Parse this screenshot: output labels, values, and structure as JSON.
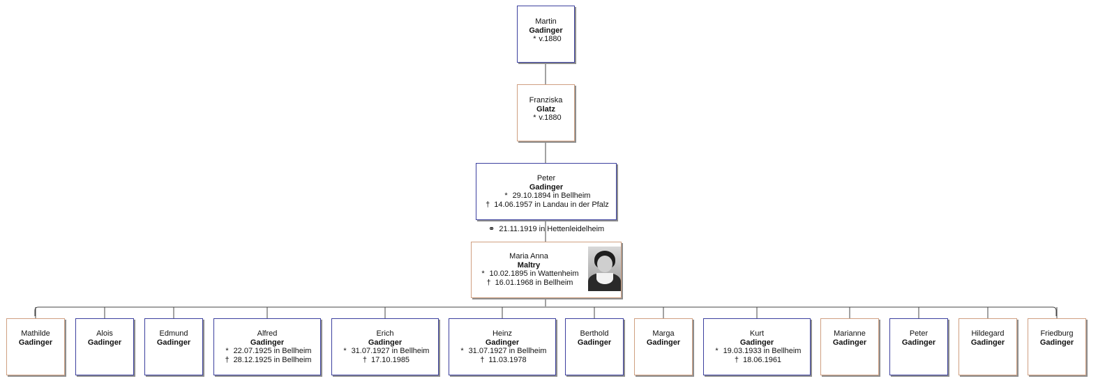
{
  "colors": {
    "male_border": "#3b3f9e",
    "female_border": "#cf9f80",
    "line": "#444444"
  },
  "ancestors": {
    "martin": {
      "given": "Martin",
      "surname": "Gadinger",
      "birth": "v.1880"
    },
    "franziska": {
      "given": "Franziska",
      "surname": "Glatz",
      "birth": "v.1880"
    },
    "peter": {
      "given": "Peter",
      "surname": "Gadinger",
      "birth": "29.10.1894 in Bellheim",
      "death": "14.06.1957 in Landau in der Pfalz"
    },
    "maria": {
      "given": "Maria Anna",
      "surname": "Maltry",
      "birth": "10.02.1895 in Wattenheim",
      "death": "16.01.1968 in Bellheim"
    }
  },
  "marriage": {
    "symbol": "⚭",
    "text": "21.11.1919 in Hettenleidelheim"
  },
  "symbols": {
    "birth": "*",
    "death": "†"
  },
  "children": [
    {
      "given": "Mathilde",
      "surname": "Gadinger",
      "sex": "female"
    },
    {
      "given": "Alois",
      "surname": "Gadinger",
      "sex": "male"
    },
    {
      "given": "Edmund",
      "surname": "Gadinger",
      "sex": "male"
    },
    {
      "given": "Alfred",
      "surname": "Gadinger",
      "sex": "male",
      "birth": "22.07.1925 in Bellheim",
      "death": "28.12.1925 in Bellheim"
    },
    {
      "given": "Erich",
      "surname": "Gadinger",
      "sex": "male",
      "birth": "31.07.1927 in Bellheim",
      "death": "17.10.1985"
    },
    {
      "given": "Heinz",
      "surname": "Gadinger",
      "sex": "male",
      "birth": "31.07.1927 in Bellheim",
      "death": "11.03.1978"
    },
    {
      "given": "Berthold",
      "surname": "Gadinger",
      "sex": "male"
    },
    {
      "given": "Marga",
      "surname": "Gadinger",
      "sex": "female"
    },
    {
      "given": "Kurt",
      "surname": "Gadinger",
      "sex": "male",
      "birth": "19.03.1933 in Bellheim",
      "death": "18.06.1961"
    },
    {
      "given": "Marianne",
      "surname": "Gadinger",
      "sex": "female"
    },
    {
      "given": "Peter",
      "surname": "Gadinger",
      "sex": "male"
    },
    {
      "given": "Hildegard",
      "surname": "Gadinger",
      "sex": "female"
    },
    {
      "given": "Friedburg",
      "surname": "Gadinger",
      "sex": "female"
    }
  ]
}
